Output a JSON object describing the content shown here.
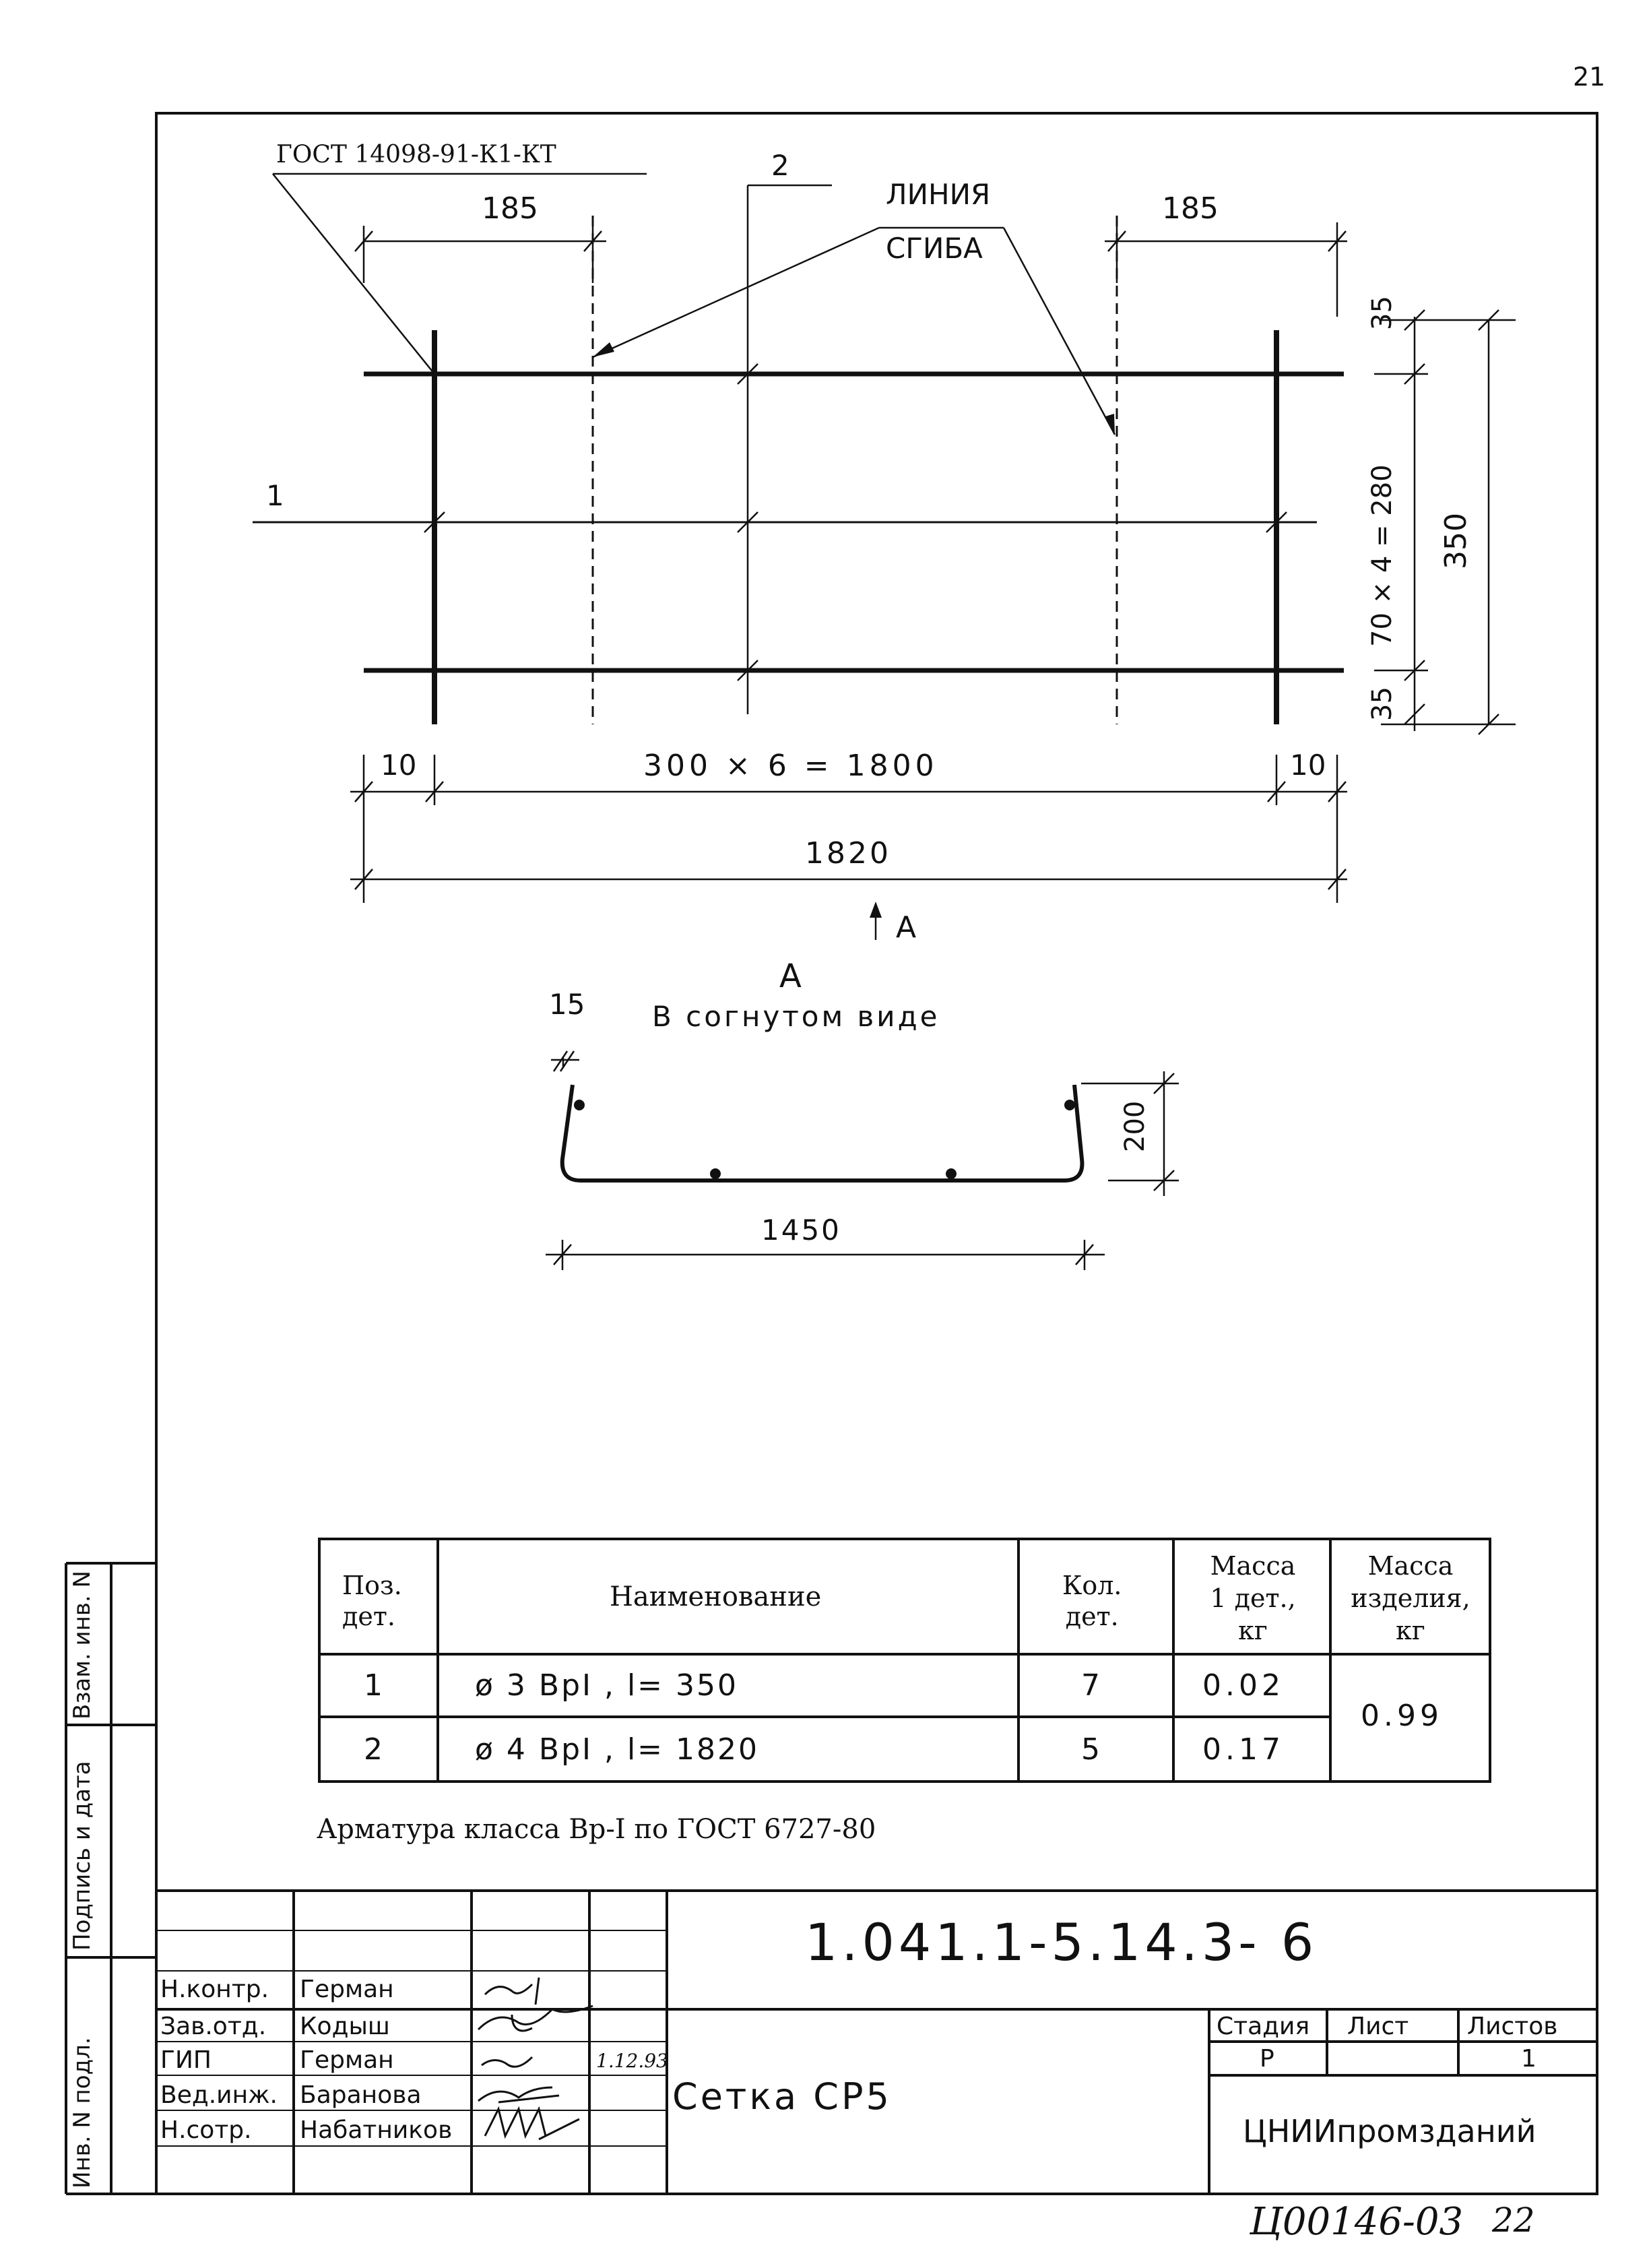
{
  "page_number": "21",
  "drawing": {
    "gost_note": "ГОСТ 14098-91-К1-КТ",
    "label_2": "2",
    "label_1": "1",
    "bend_line_1": "ЛИНИЯ",
    "bend_line_2": "СГИБА",
    "dim_185_left": "185",
    "dim_185_right": "185",
    "dim_35_top": "35",
    "dim_70x4": "70 × 4 = 280",
    "dim_35_bottom": "35",
    "dim_350": "350",
    "dim_10_left": "10",
    "dim_300x6": "300 × 6 = 1800",
    "dim_10_right": "10",
    "dim_1820": "1820",
    "view_arrow_label": "А",
    "section_title": "А",
    "section_subtitle": "В согнутом виде",
    "dim_15": "15",
    "dim_200": "200",
    "dim_1450": "1450"
  },
  "spec_table": {
    "headers": {
      "pos": [
        "Поз.",
        "дет."
      ],
      "name": "Наименование",
      "qty": [
        "Кол.",
        "дет."
      ],
      "mass1": [
        "Масса",
        "1 дет.,",
        "кг"
      ],
      "mass_total": [
        "Масса",
        "изделия,",
        "кг"
      ]
    },
    "rows": [
      {
        "pos": "1",
        "name": "ø 3  ВрI  , l= 350",
        "qty": "7",
        "mass": "0.02"
      },
      {
        "pos": "2",
        "name": "ø 4  ВрI  , l= 1820",
        "qty": "5",
        "mass": "0.17"
      }
    ],
    "total_mass": "0.99"
  },
  "note": "Арматура класса Вр-I по ГОСТ 6727-80",
  "side_stamp": {
    "inv_podl": "Инв. N подл.",
    "podpis": "Подпись и дата",
    "vzam": "Взам. инв. N"
  },
  "title_block": {
    "doc_code": "1.041.1-5.14.3- 6",
    "title": "Сетка СР5",
    "org": "ЦНИИпромзданий",
    "stage_header": "Стадия",
    "sheet_header": "Лист",
    "sheets_header": "Листов",
    "stage": "Р",
    "sheet": "",
    "sheets": "1",
    "roles": [
      {
        "role": "Н.контр.",
        "name": "Герман"
      },
      {
        "role": "Зав.отд.",
        "name": "Кодыш"
      },
      {
        "role": "ГИП",
        "name": "Герман",
        "date": "1.12.93"
      },
      {
        "role": "Вед.инж.",
        "name": "Баранова"
      },
      {
        "role": "Н.сотр.",
        "name": "Набатников"
      }
    ]
  },
  "archive_stamp": "Ц00146-03",
  "archive_sheet": "22"
}
